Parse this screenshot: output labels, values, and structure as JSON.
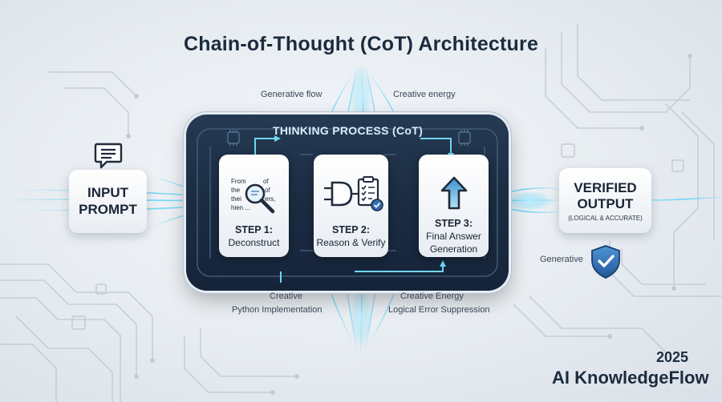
{
  "title": "Chain-of-Thought (CoT) Architecture",
  "flow_labels": {
    "top_left": "Generative flow",
    "top_right": "Creative energy",
    "bottom_left_1": "Creative",
    "bottom_left_2": "Python Implementation",
    "bottom_right_1": "Creative Energy",
    "bottom_right_2": "Logical Error Suppression",
    "right_side": "Generative"
  },
  "input": {
    "line1": "INPUT",
    "line2": "PROMPT",
    "icon": "chat-bubble-icon"
  },
  "panel": {
    "title": "THINKING PROCESS (CoT)"
  },
  "steps": [
    {
      "heading": "STEP 1:",
      "text": "Deconstruct",
      "icon": "magnifier-icon",
      "snippet": [
        "From",
        "of",
        "the",
        "of",
        "ers,",
        "thei",
        "hien ..."
      ]
    },
    {
      "heading": "STEP 2:",
      "text": "Reason & Verify",
      "icon": "logic-gate-checklist-icon"
    },
    {
      "heading": "STEP 3:",
      "text_line1": "Final Answer",
      "text_line2": "Generation",
      "icon": "up-arrow-icon"
    }
  ],
  "output": {
    "line1": "VERIFIED",
    "line2": "OUTPUT",
    "sub": "(LOGICAL & ACCURATE)",
    "icon": "shield-check-icon"
  },
  "brand": {
    "year": "2025",
    "name": "AI KnowledgeFlow"
  },
  "colors": {
    "accent": "#3fb8e6",
    "panel": "#1e3048",
    "text": "#1c2b3e",
    "shield": "#2f6fb8"
  }
}
